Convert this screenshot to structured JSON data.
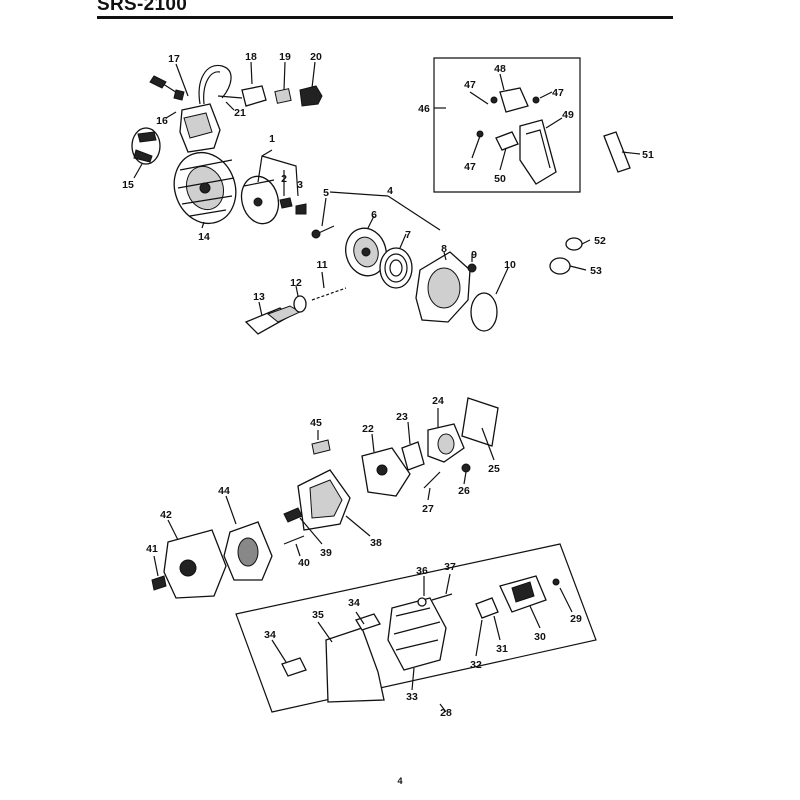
{
  "header": {
    "model": "SRS-2100"
  },
  "footer": {
    "page_number": "4"
  },
  "diagram": {
    "callouts": [
      {
        "id": "c1",
        "label": "1"
      },
      {
        "id": "c2",
        "label": "2"
      },
      {
        "id": "c3",
        "label": "3"
      },
      {
        "id": "c4",
        "label": "4"
      },
      {
        "id": "c5",
        "label": "5"
      },
      {
        "id": "c6",
        "label": "6"
      },
      {
        "id": "c7",
        "label": "7"
      },
      {
        "id": "c8",
        "label": "8"
      },
      {
        "id": "c9",
        "label": "9"
      },
      {
        "id": "c10",
        "label": "10"
      },
      {
        "id": "c11",
        "label": "11"
      },
      {
        "id": "c12",
        "label": "12"
      },
      {
        "id": "c13",
        "label": "13"
      },
      {
        "id": "c14",
        "label": "14"
      },
      {
        "id": "c15",
        "label": "15"
      },
      {
        "id": "c16",
        "label": "16"
      },
      {
        "id": "c17",
        "label": "17"
      },
      {
        "id": "c18",
        "label": "18"
      },
      {
        "id": "c19",
        "label": "19"
      },
      {
        "id": "c20",
        "label": "20"
      },
      {
        "id": "c21",
        "label": "21"
      },
      {
        "id": "c22",
        "label": "22"
      },
      {
        "id": "c23",
        "label": "23"
      },
      {
        "id": "c24",
        "label": "24"
      },
      {
        "id": "c25",
        "label": "25"
      },
      {
        "id": "c26",
        "label": "26"
      },
      {
        "id": "c27",
        "label": "27"
      },
      {
        "id": "c28",
        "label": "28"
      },
      {
        "id": "c29",
        "label": "29"
      },
      {
        "id": "c30",
        "label": "30"
      },
      {
        "id": "c31",
        "label": "31"
      },
      {
        "id": "c32",
        "label": "32"
      },
      {
        "id": "c33",
        "label": "33"
      },
      {
        "id": "c34a",
        "label": "34"
      },
      {
        "id": "c34b",
        "label": "34"
      },
      {
        "id": "c35",
        "label": "35"
      },
      {
        "id": "c36",
        "label": "36"
      },
      {
        "id": "c37",
        "label": "37"
      },
      {
        "id": "c38",
        "label": "38"
      },
      {
        "id": "c39",
        "label": "39"
      },
      {
        "id": "c40",
        "label": "40"
      },
      {
        "id": "c41",
        "label": "41"
      },
      {
        "id": "c42",
        "label": "42"
      },
      {
        "id": "c44",
        "label": "44"
      },
      {
        "id": "c45",
        "label": "45"
      },
      {
        "id": "c46",
        "label": "46"
      },
      {
        "id": "c47a",
        "label": "47"
      },
      {
        "id": "c47b",
        "label": "47"
      },
      {
        "id": "c47c",
        "label": "47"
      },
      {
        "id": "c48",
        "label": "48"
      },
      {
        "id": "c49",
        "label": "49"
      },
      {
        "id": "c50",
        "label": "50"
      },
      {
        "id": "c51",
        "label": "51"
      },
      {
        "id": "c52",
        "label": "52"
      },
      {
        "id": "c53",
        "label": "53"
      }
    ]
  }
}
